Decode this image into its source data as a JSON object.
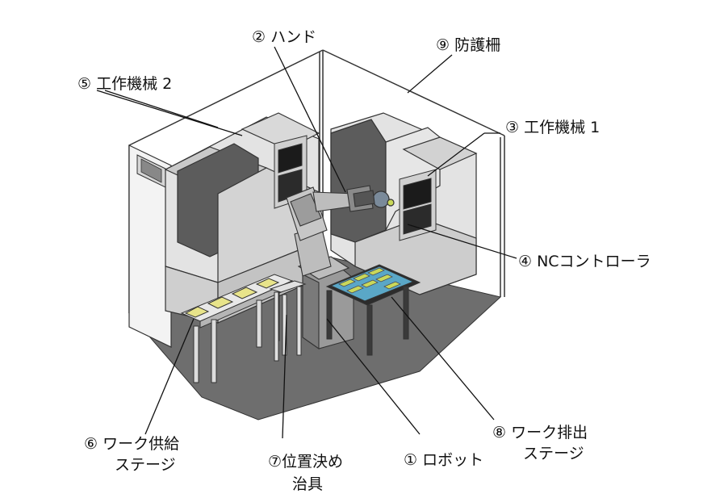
{
  "labels": {
    "robot": "① ロボット",
    "hand": "② ハンド",
    "machine1": "③ 工作機械 1",
    "nc_controller": "④ NCコントローラ",
    "machine2": "⑤ 工作機械 2",
    "supply_stage_line1": "⑥ ワーク供給",
    "supply_stage_line2": "ステージ",
    "jig_line1": "⑦位置決め",
    "jig_line2": "治具",
    "discharge_stage_line1": "⑧ ワーク排出",
    "discharge_stage_line2": "ステージ",
    "fence": "⑨ 防護柵"
  },
  "colors": {
    "floor": "#6e6e6e",
    "machine_light": "#e3e3e3",
    "machine_mid": "#c9c9c9",
    "machine_dark": "#5c5c5c",
    "panel_screen": "#1b1b1b",
    "robot": "#bdbdbd",
    "work_yellow": "#e8e48a",
    "tray_blue": "#5aa7c7",
    "tray_green": "#c9d85a",
    "leader": "#111111"
  }
}
